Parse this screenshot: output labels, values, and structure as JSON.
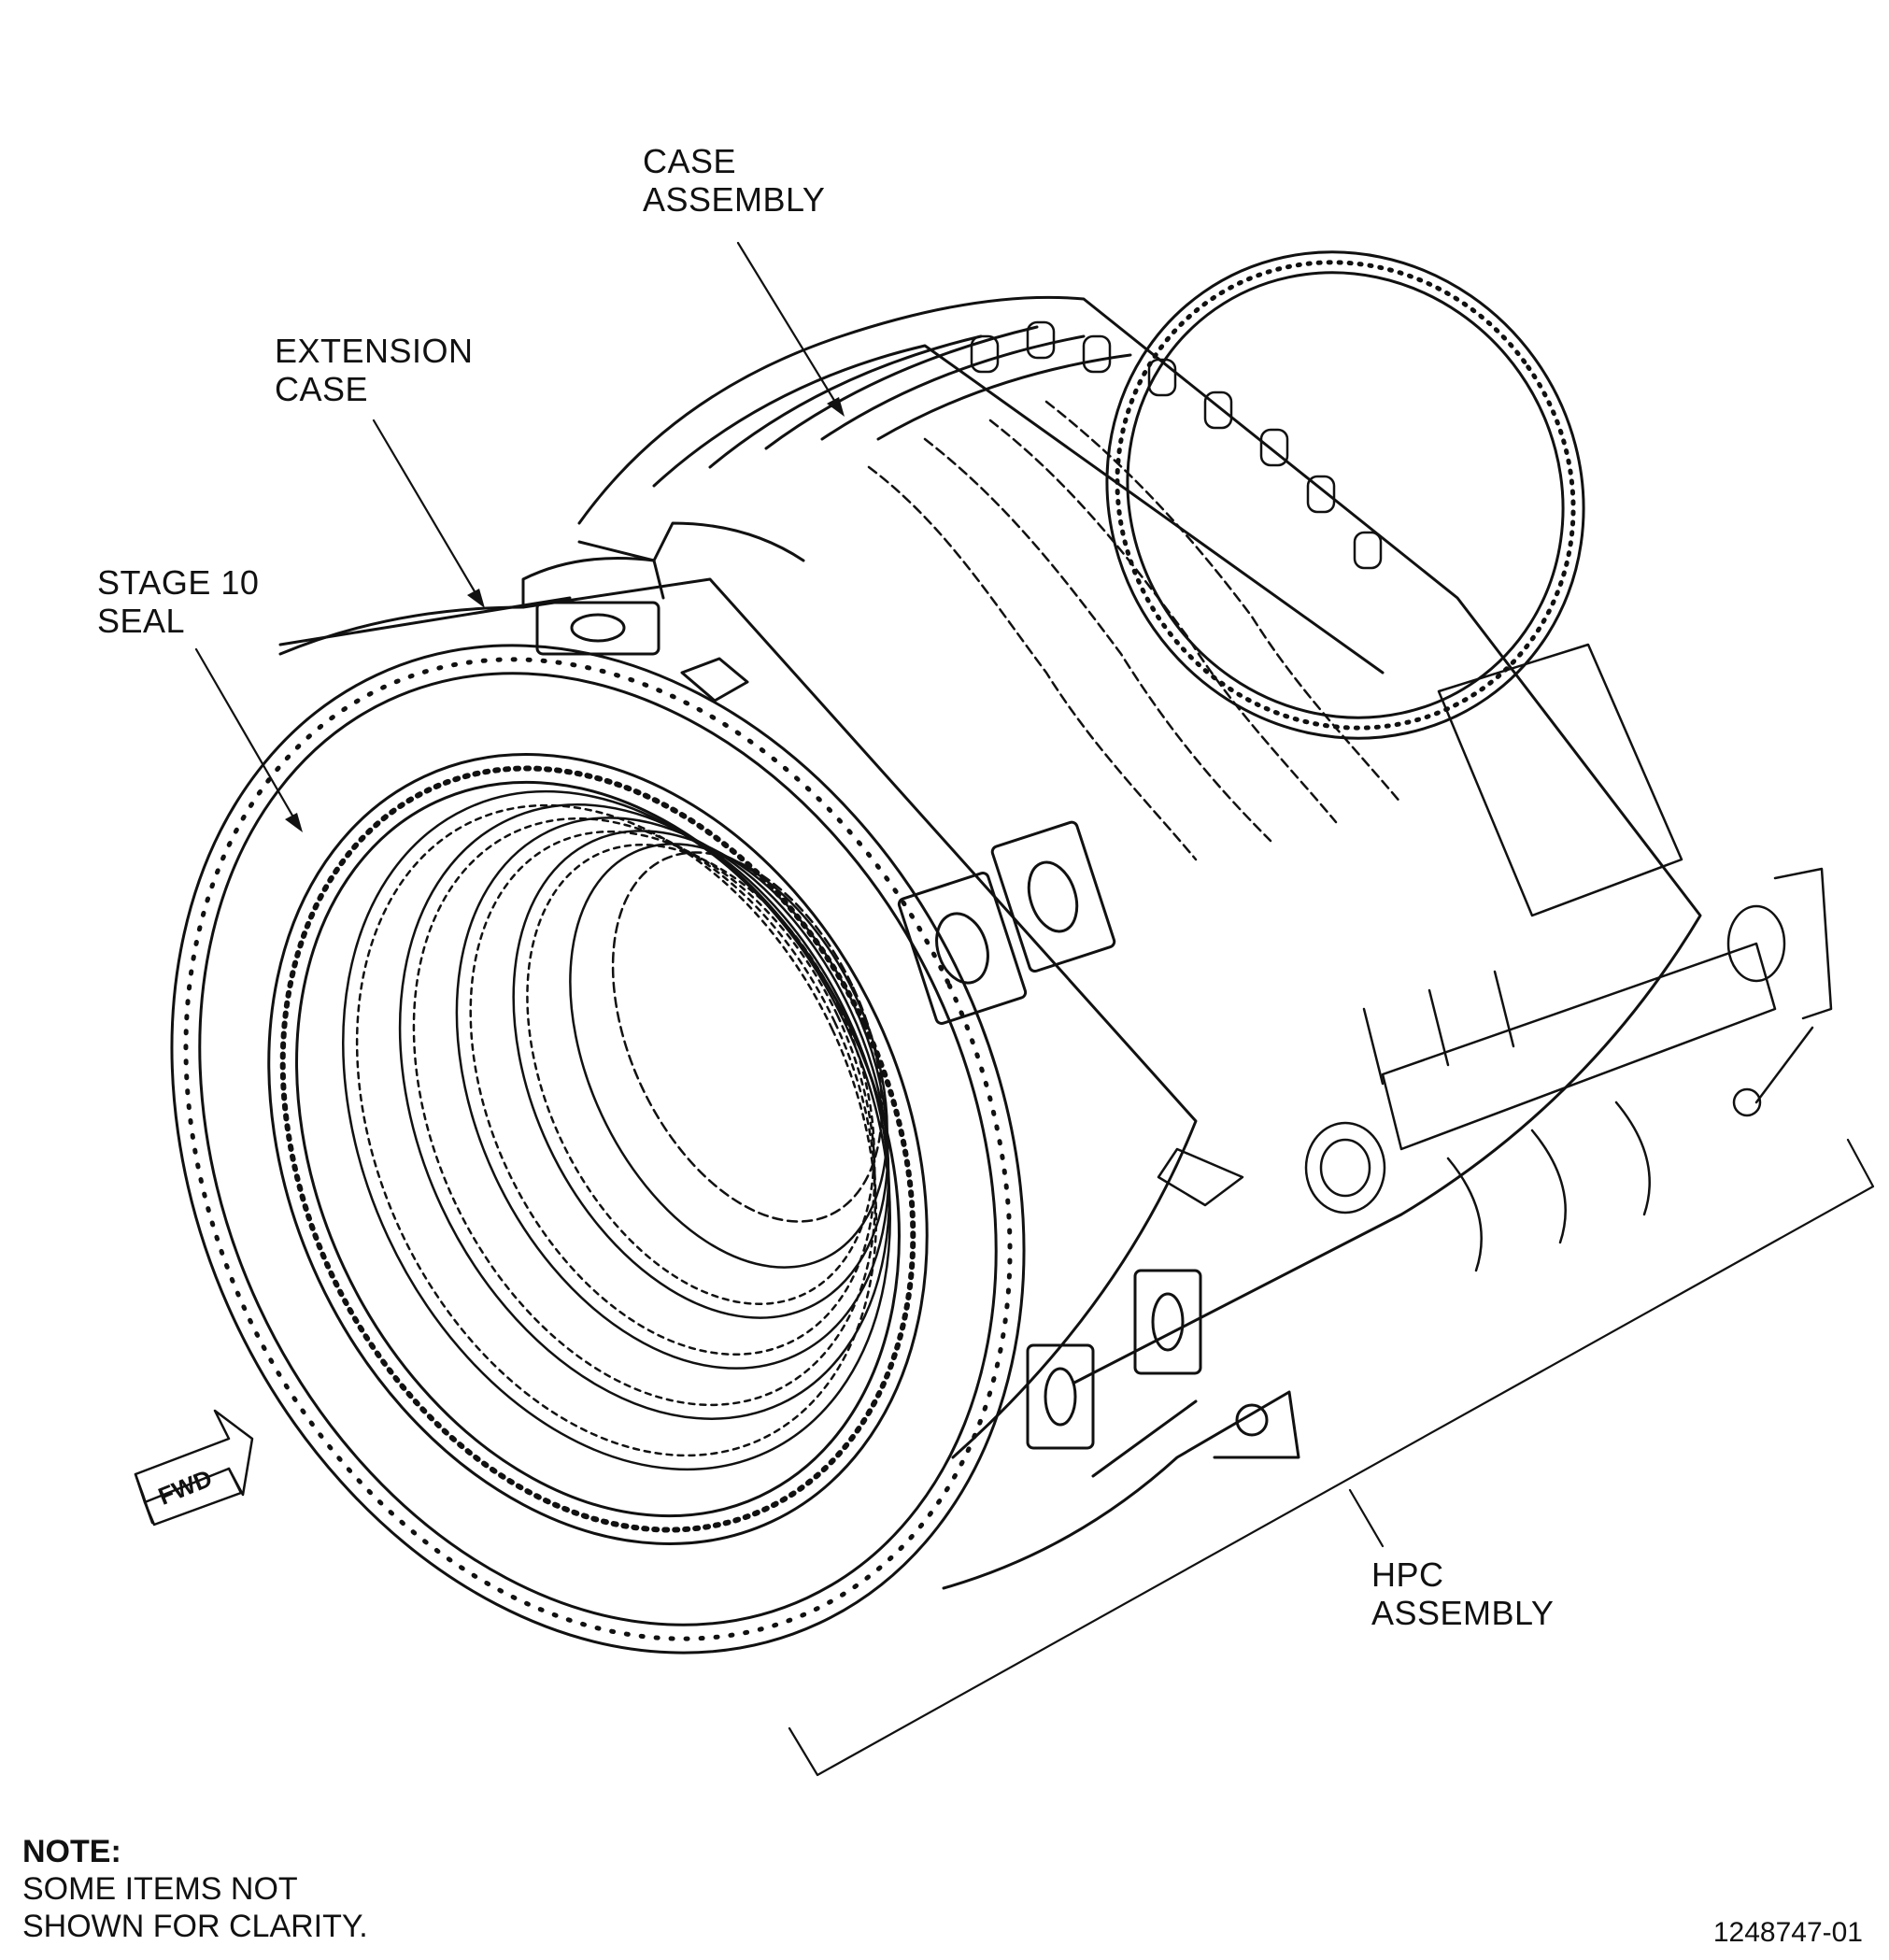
{
  "callouts": {
    "case_assembly": [
      "CASE",
      "ASSEMBLY"
    ],
    "extension_case": [
      "EXTENSION",
      "CASE"
    ],
    "stage10_seal": [
      "STAGE 10",
      "SEAL"
    ],
    "hpc_assembly": [
      "HPC",
      "ASSEMBLY"
    ]
  },
  "direction_arrow": {
    "label": "FWD"
  },
  "note": {
    "heading": "NOTE:",
    "lines": [
      "SOME ITEMS NOT",
      "SHOWN FOR CLARITY."
    ]
  },
  "figure_number": "1248747-01",
  "colors": {
    "ink": "#111111",
    "paper": "#ffffff"
  }
}
